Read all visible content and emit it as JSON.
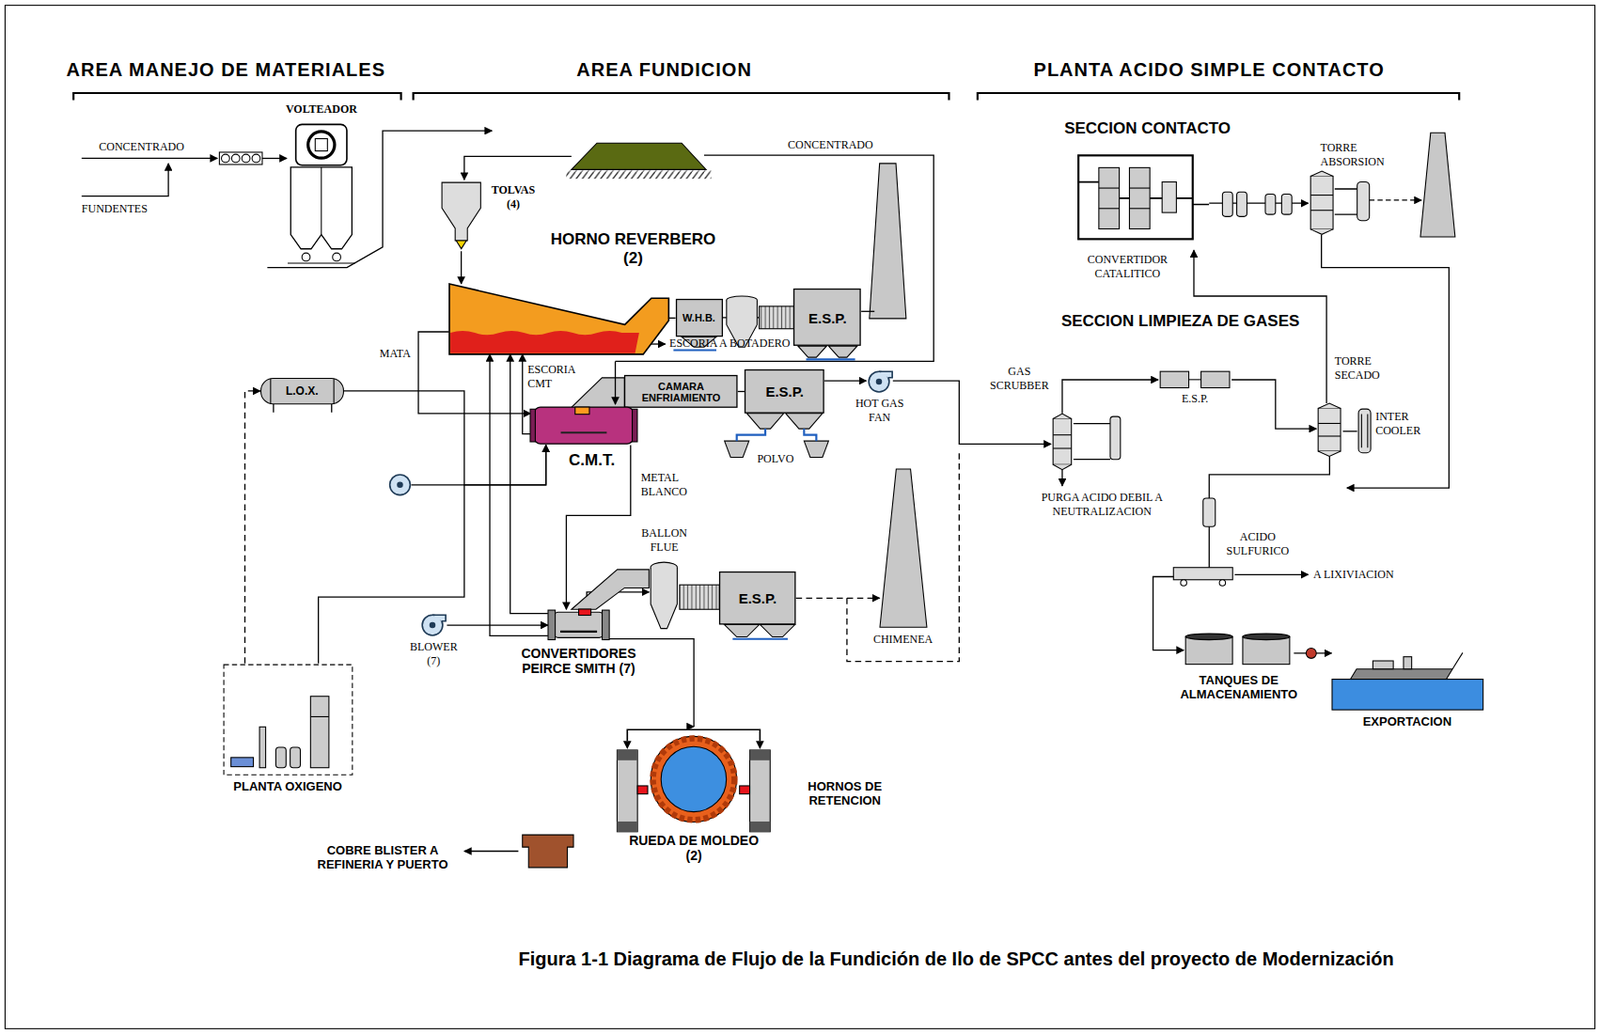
{
  "diagram": {
    "caption": "Figura 1-1 Diagrama de Flujo de la Fundición de Ilo de SPCC antes del proyecto de Modernización",
    "nodes": [
      {
        "text": [
          "VOLTEADOR"
        ]
      },
      {
        "text": [
          "TOLVAS (4)"
        ]
      },
      {
        "text": [
          "HORNO REVERBERO (2)"
        ]
      },
      {
        "text": [
          "W.H.B."
        ]
      },
      {
        "text": [
          "E.S.P."
        ]
      },
      {
        "text": [
          "CAMARA ENFRIAMIENTO"
        ]
      },
      {
        "text": [
          "E.S.P."
        ]
      },
      {
        "text": [
          "HOT GAS FAN"
        ]
      },
      {
        "text": [
          "C.M.T."
        ]
      },
      {
        "text": [
          "BALLON FLUE"
        ]
      },
      {
        "text": [
          "E.S.P."
        ]
      },
      {
        "text": [
          "CHIMENEA"
        ]
      },
      {
        "text": [
          "L.O.X."
        ]
      },
      {
        "text": [
          "BLOWER (7)"
        ]
      },
      {
        "text": [
          "CONVERTIDORES PEIRCE SMITH (7)"
        ]
      },
      {
        "text": [
          "PLANTA OXIGENO"
        ]
      },
      {
        "text": [
          "HORNOS DE RETENCION"
        ]
      },
      {
        "text": [
          "RUEDA DE MOLDEO (2)"
        ]
      },
      {
        "text": [
          "CONVERTIDOR CATALITICO"
        ]
      },
      {
        "text": [
          "TORRE ABSORSION"
        ]
      },
      {
        "text": [
          "GAS SCRUBBER"
        ]
      },
      {
        "text": [
          "E.S.P."
        ]
      },
      {
        "text": [
          "TORRE SECADO"
        ]
      },
      {
        "text": [
          "INTER COOLER"
        ]
      },
      {
        "text": [
          "TANQUES DE ALMACENAMIENTO"
        ]
      },
      {
        "text": [
          "EXPORTACION"
        ]
      }
    ],
    "edges": [
      {
        "from": 1,
        "to": 2,
        "arrow": "to"
      },
      {
        "from": 2,
        "to": 3,
        "arrow": "none"
      },
      {
        "from": 3,
        "to": 4,
        "arrow": "to"
      },
      {
        "from": 2,
        "to": 8,
        "arrow": "to",
        "label": "MATA"
      },
      {
        "from": 8,
        "to": 2,
        "arrow": "to",
        "label": "ESCORIA CMT"
      },
      {
        "from": 14,
        "to": 2,
        "arrow": "to"
      },
      {
        "from": 14,
        "to": 2,
        "arrow": "to"
      },
      {
        "from": 8,
        "to": 5,
        "arrow": "none"
      },
      {
        "from": 5,
        "to": 6,
        "arrow": "none"
      },
      {
        "from": 6,
        "to": 7,
        "arrow": "to"
      },
      {
        "from": 7,
        "to": 20,
        "arrow": "to"
      },
      {
        "from": 8,
        "to": 14,
        "arrow": "to",
        "label": "METAL BLANCO"
      },
      {
        "from": 14,
        "to": 9,
        "arrow": "to"
      },
      {
        "from": 9,
        "to": 10,
        "arrow": "to"
      },
      {
        "from": 10,
        "to": 11,
        "arrow": "to"
      },
      {
        "from": 15,
        "to": 12,
        "arrow": "to"
      },
      {
        "from": 15,
        "to": 8,
        "arrow": "to"
      },
      {
        "from": 12,
        "to": 8,
        "arrow": "to"
      },
      {
        "from": 13,
        "to": 14,
        "arrow": "to"
      },
      {
        "from": 14,
        "to": 16,
        "arrow": "to"
      },
      {
        "from": 20,
        "to": 21,
        "arrow": "to"
      },
      {
        "from": 21,
        "to": 22,
        "arrow": "to"
      },
      {
        "from": 22,
        "to": 18,
        "arrow": "to"
      },
      {
        "from": 18,
        "to": 19,
        "arrow": "to"
      },
      {
        "from": 22,
        "to": 24,
        "arrow": "to"
      },
      {
        "from": 24,
        "to": 25,
        "arrow": "to"
      },
      {
        "from": 22,
        "to": 23,
        "arrow": "none"
      }
    ],
    "labels": [
      "AREA MANEJO DE MATERIALES",
      "AREA FUNDICION",
      "PLANTA ACIDO SIMPLE CONTACTO",
      "SECCION CONTACTO",
      "SECCION LIMPIEZA DE GASES",
      "CONCENTRADO",
      "FUNDENTES",
      "CONCENTRADO",
      "ESCORIA A BOTADERO",
      "POLVO",
      "PURGA ACIDO DEBIL A NEUTRALIZACION",
      "ACIDO SULFURICO",
      "A LIXIVIACION",
      "COBRE BLISTER A REFINERIA Y PUERTO"
    ]
  }
}
